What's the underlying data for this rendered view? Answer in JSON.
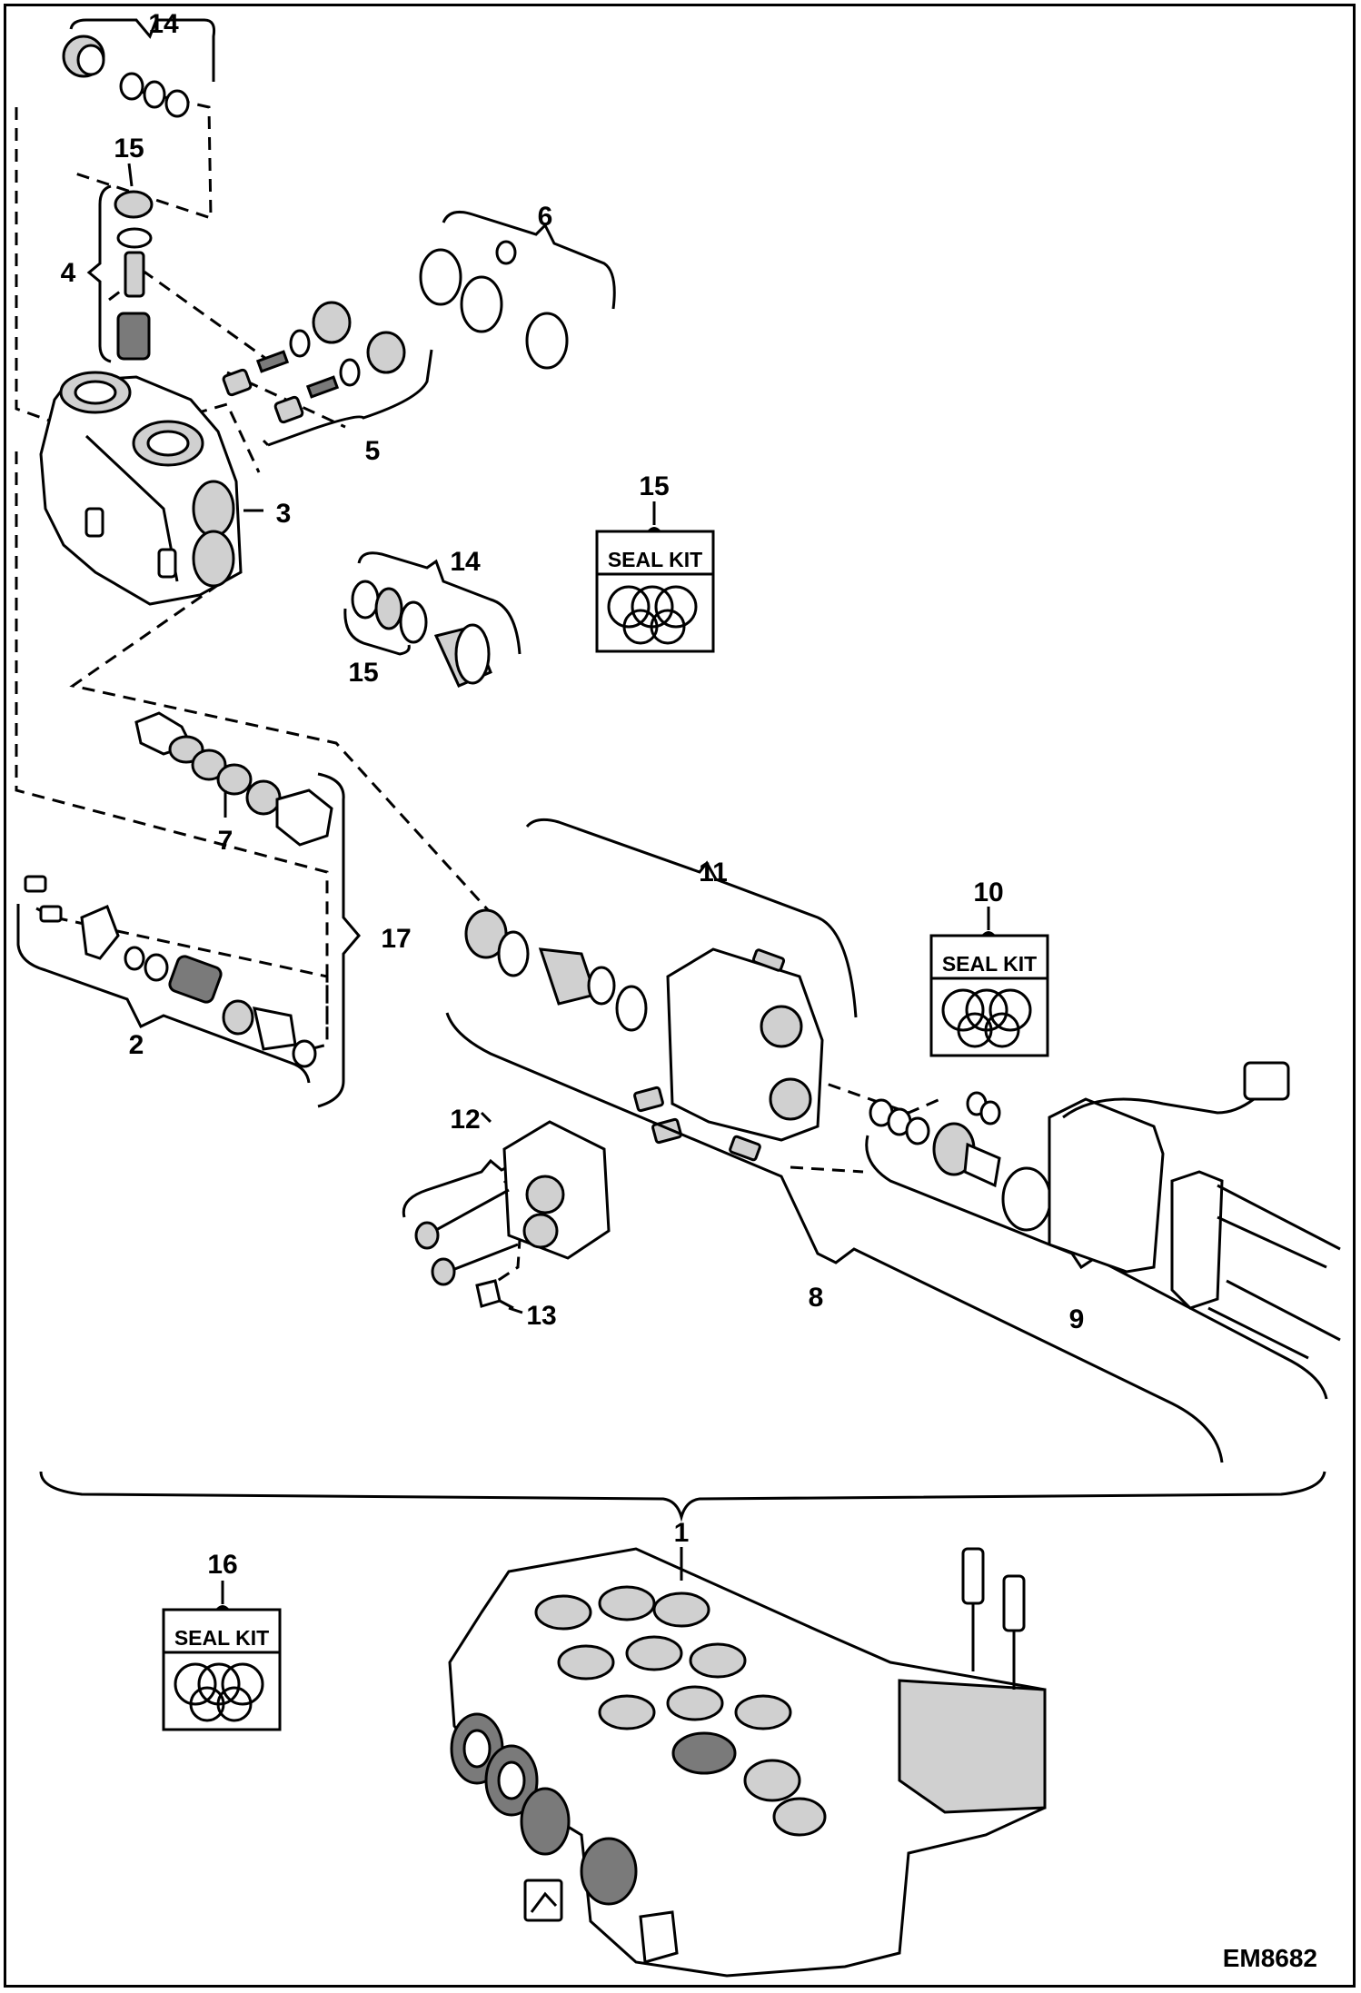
{
  "diagram": {
    "reference_code": "EM8682",
    "callouts": [
      {
        "id": "c14a",
        "label": "14"
      },
      {
        "id": "c15a",
        "label": "15"
      },
      {
        "id": "c4",
        "label": "4"
      },
      {
        "id": "c6",
        "label": "6"
      },
      {
        "id": "c5",
        "label": "5"
      },
      {
        "id": "c3",
        "label": "3"
      },
      {
        "id": "c15b",
        "label": "15"
      },
      {
        "id": "c14b",
        "label": "14"
      },
      {
        "id": "c15c",
        "label": "15"
      },
      {
        "id": "c7",
        "label": "7"
      },
      {
        "id": "c17",
        "label": "17"
      },
      {
        "id": "c2",
        "label": "2"
      },
      {
        "id": "c11",
        "label": "11"
      },
      {
        "id": "c10",
        "label": "10"
      },
      {
        "id": "c12",
        "label": "12"
      },
      {
        "id": "c13",
        "label": "13"
      },
      {
        "id": "c8",
        "label": "8"
      },
      {
        "id": "c9",
        "label": "9"
      },
      {
        "id": "c1",
        "label": "1"
      },
      {
        "id": "c16",
        "label": "16"
      }
    ],
    "seal_kits": [
      {
        "id": "kit15",
        "label": "SEAL KIT"
      },
      {
        "id": "kit10",
        "label": "SEAL KIT"
      },
      {
        "id": "kit16",
        "label": "SEAL KIT"
      }
    ]
  }
}
